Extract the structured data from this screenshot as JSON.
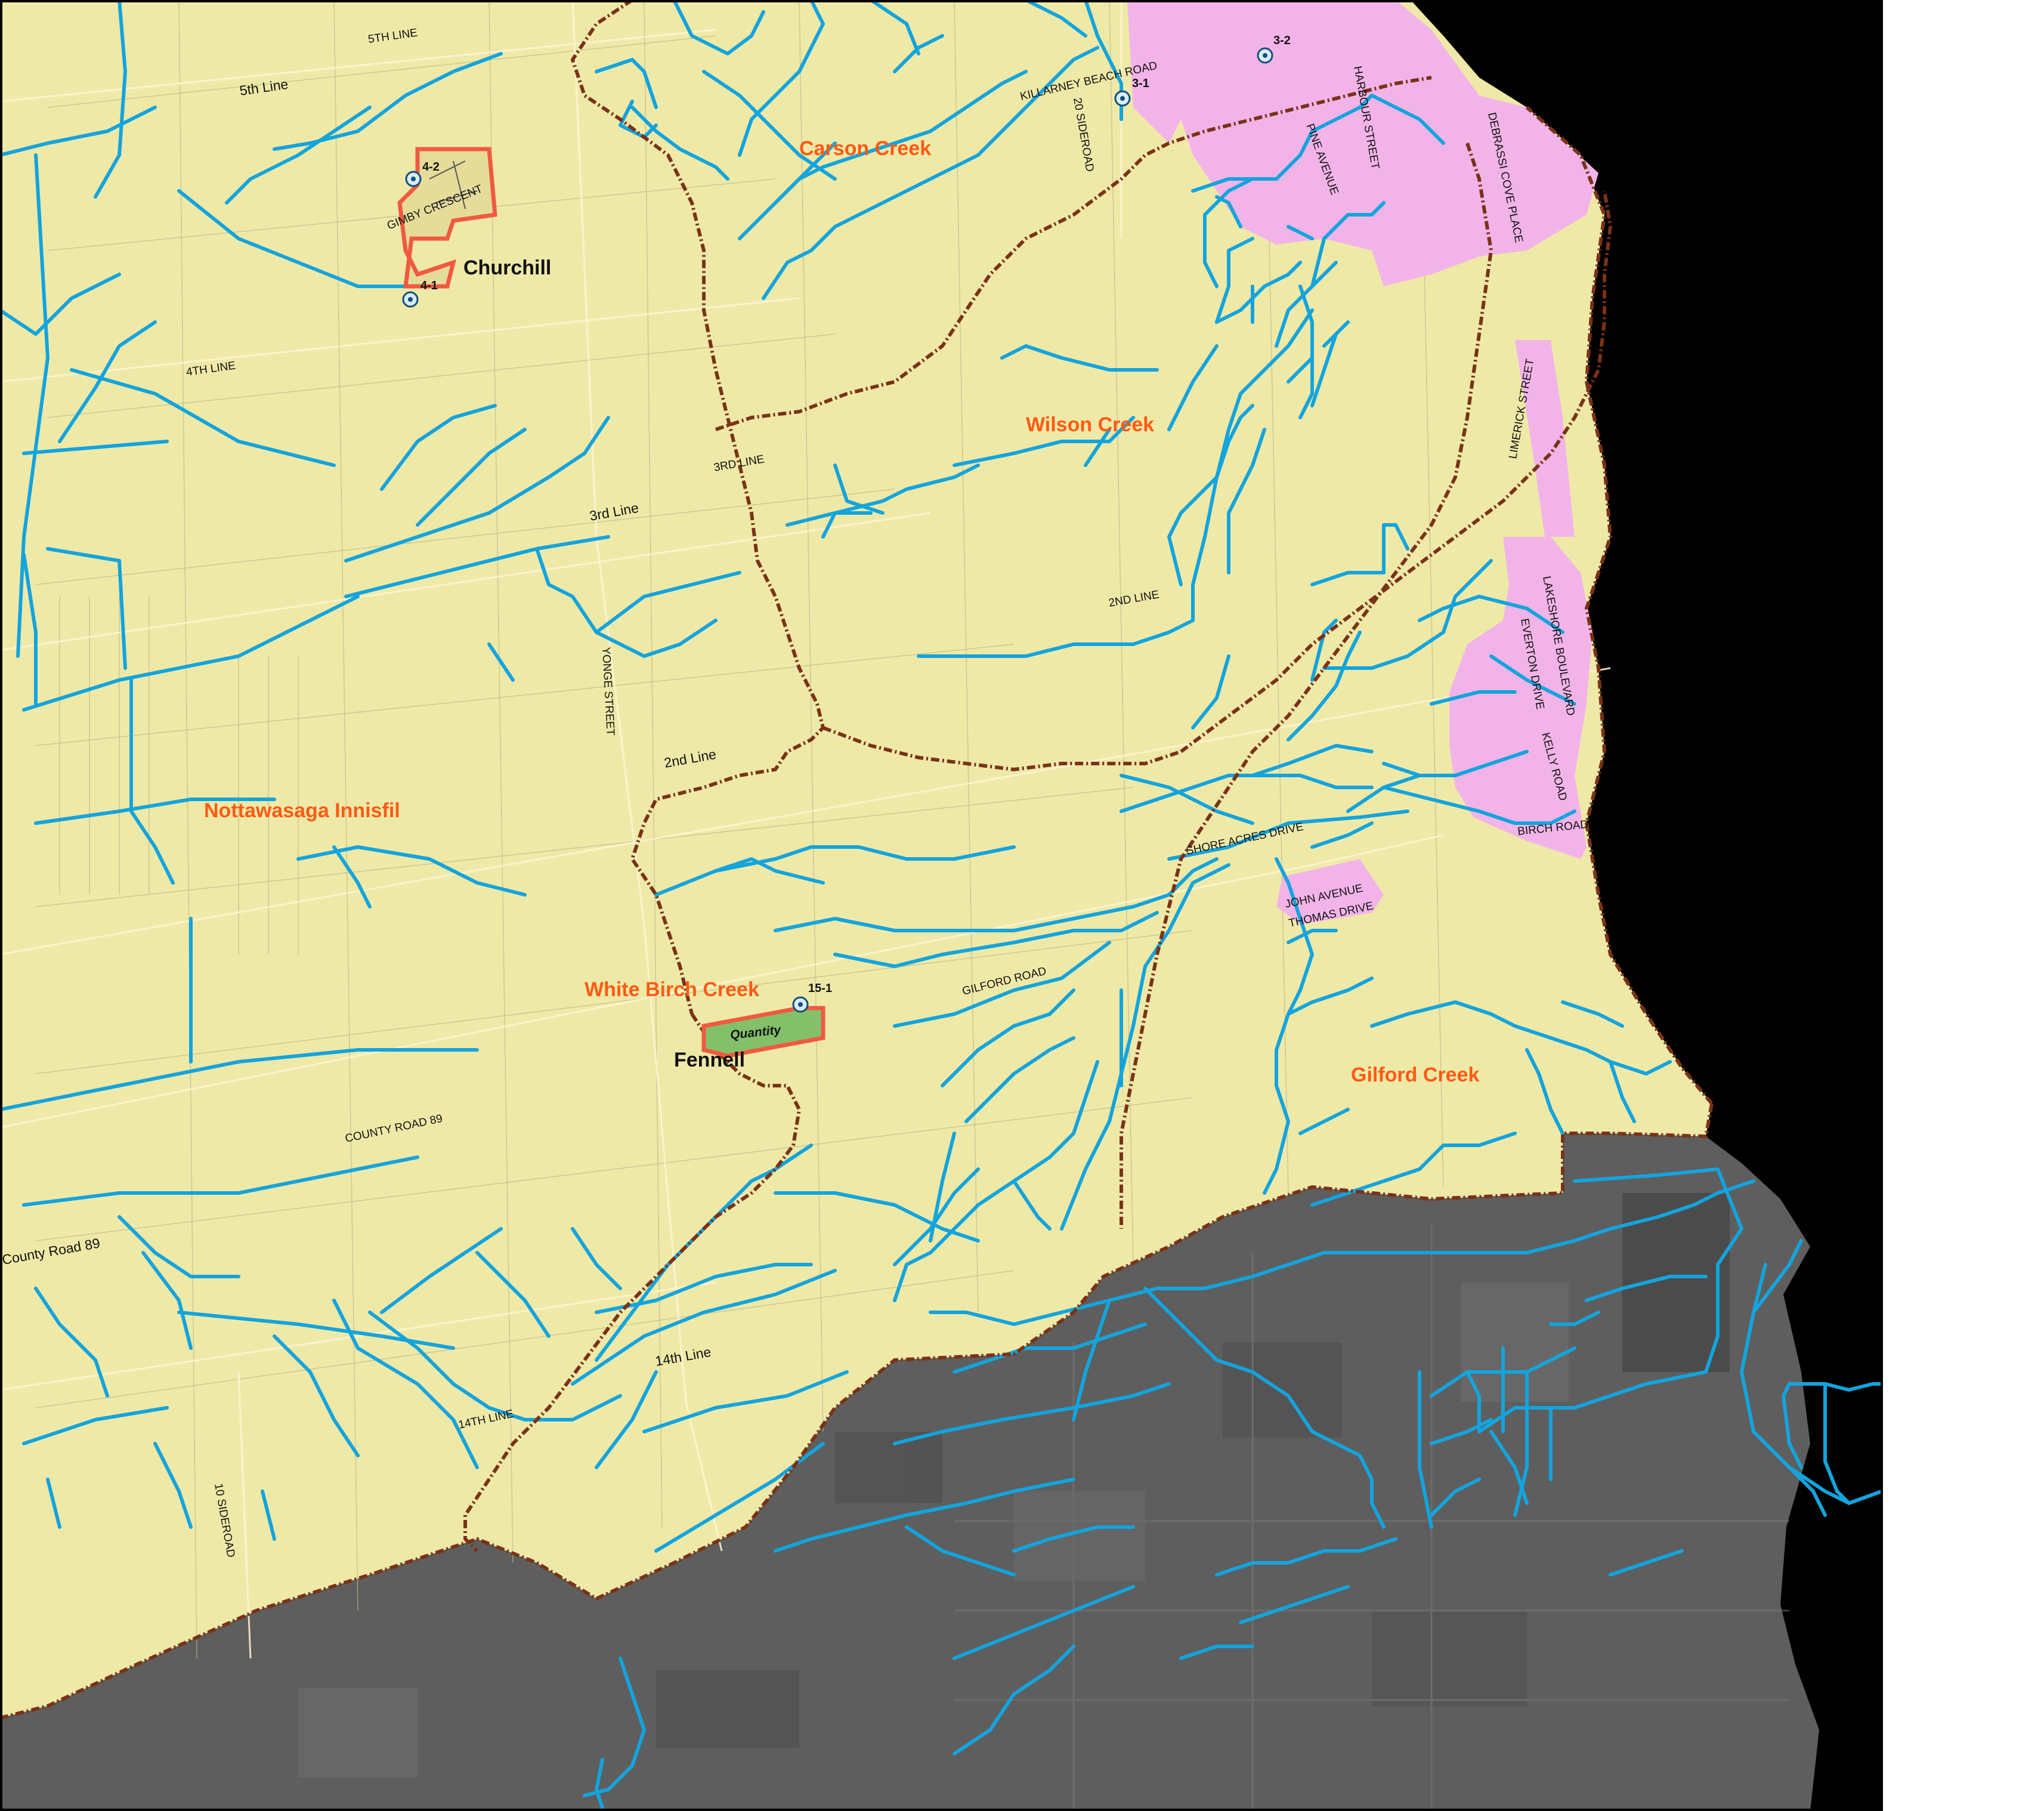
{
  "watersheds": {
    "carson": "Carson Creek",
    "wilson": "Wilson Creek",
    "nottawasaga": "Nottawasaga Innisfil",
    "white_birch": "White Birch Creek",
    "gilford": "Gilford Creek"
  },
  "places": {
    "churchill": "Churchill",
    "fennell": "Fennell"
  },
  "stations": {
    "s42": "4-2",
    "s41": "4-1",
    "s31": "3-1",
    "s32": "3-2",
    "s151": "15-1"
  },
  "site_label": "Quantity",
  "roads": {
    "fifth_line_upper": "5TH LINE",
    "fifth_line": "5th Line",
    "gimby": "GIMBY CRESCENT",
    "fourth_line": "4TH LINE",
    "third_line_upper": "3RD LINE",
    "third_line": "3rd Line",
    "second_line_upper": "2ND LINE",
    "second_line": "2nd Line",
    "yonge": "YONGE STREET",
    "killarney": "KILLARNEY BEACH ROAD",
    "sideroad20": "20 SIDEROAD",
    "pine": "PINE AVENUE",
    "harbour": "HARBOUR STREET",
    "debrassi": "DEBRASSI COVE PLACE",
    "limerick": "LIMERICK STREET",
    "lakeshore": "LAKESHORE BOULEVARD",
    "everton": "EVERTON DRIVE",
    "kelly": "KELLY ROAD",
    "birch": "BIRCH ROAD",
    "shore_acres": "SHORE ACRES DRIVE",
    "john": "JOHN AVENUE",
    "thomas": "THOMAS DRIVE",
    "gilford_road": "GILFORD ROAD",
    "county89_upper": "COUNTY ROAD 89",
    "county89": "County Road 89",
    "fourteenth_line": "14th Line",
    "fourteenth_line_upper": "14TH LINE",
    "sideroad10": "10 SIDEROAD"
  },
  "colors": {
    "study_area": "#efe9a8",
    "urban": "#f2b4e8",
    "outside": "#5d5d5d",
    "water": "#000000",
    "creek": "#13a4dd",
    "boundary": "#7a3218",
    "site_outline": "#f05a40",
    "quantity_site": "#84c06a",
    "watershed_label": "#ff5a14"
  }
}
